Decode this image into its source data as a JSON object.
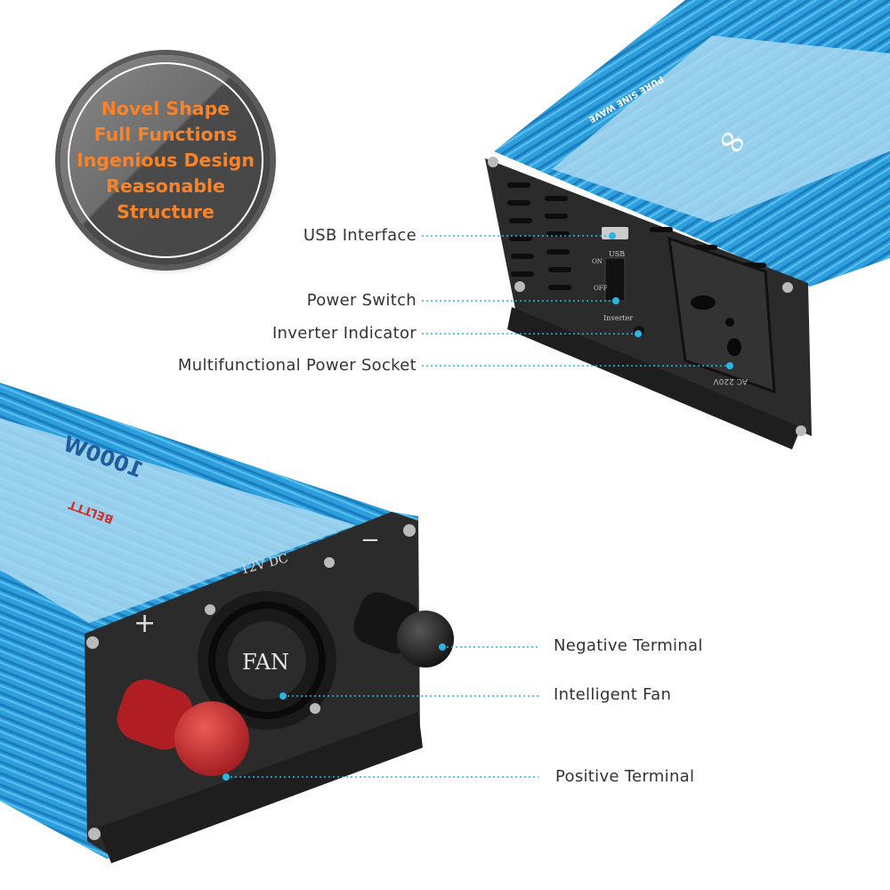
{
  "badge": {
    "lines": [
      "Novel Shape",
      "Full Functions",
      "Ingenious Design",
      "Reasonable",
      "Structure"
    ],
    "text_color": "#f7832a"
  },
  "top_device": {
    "callouts": [
      {
        "label": "USB Interface"
      },
      {
        "label": "Power Switch"
      },
      {
        "label": "Inverter Indicator"
      },
      {
        "label": "Multifunctional Power Socket"
      }
    ],
    "panel_text": {
      "usb": "USB",
      "on": "ON",
      "off": "OFF",
      "indicator": "Inverter",
      "socket": "AC 220V",
      "label_band": "PURE SINE WAVE"
    }
  },
  "bottom_device": {
    "callouts": [
      {
        "label": "Negative Terminal"
      },
      {
        "label": "Intelligent Fan"
      },
      {
        "label": "Positive Terminal"
      }
    ],
    "panel_text": {
      "voltage": "12V DC",
      "fan": "FAN",
      "plus": "+",
      "minus": "−",
      "power": "1000W",
      "brand": "BELTTT"
    }
  },
  "colors": {
    "body_blue": "#2a9ad8",
    "panel": "#2b2b2b",
    "callout_line": "#29b6e0",
    "positive": "#c8262b"
  }
}
